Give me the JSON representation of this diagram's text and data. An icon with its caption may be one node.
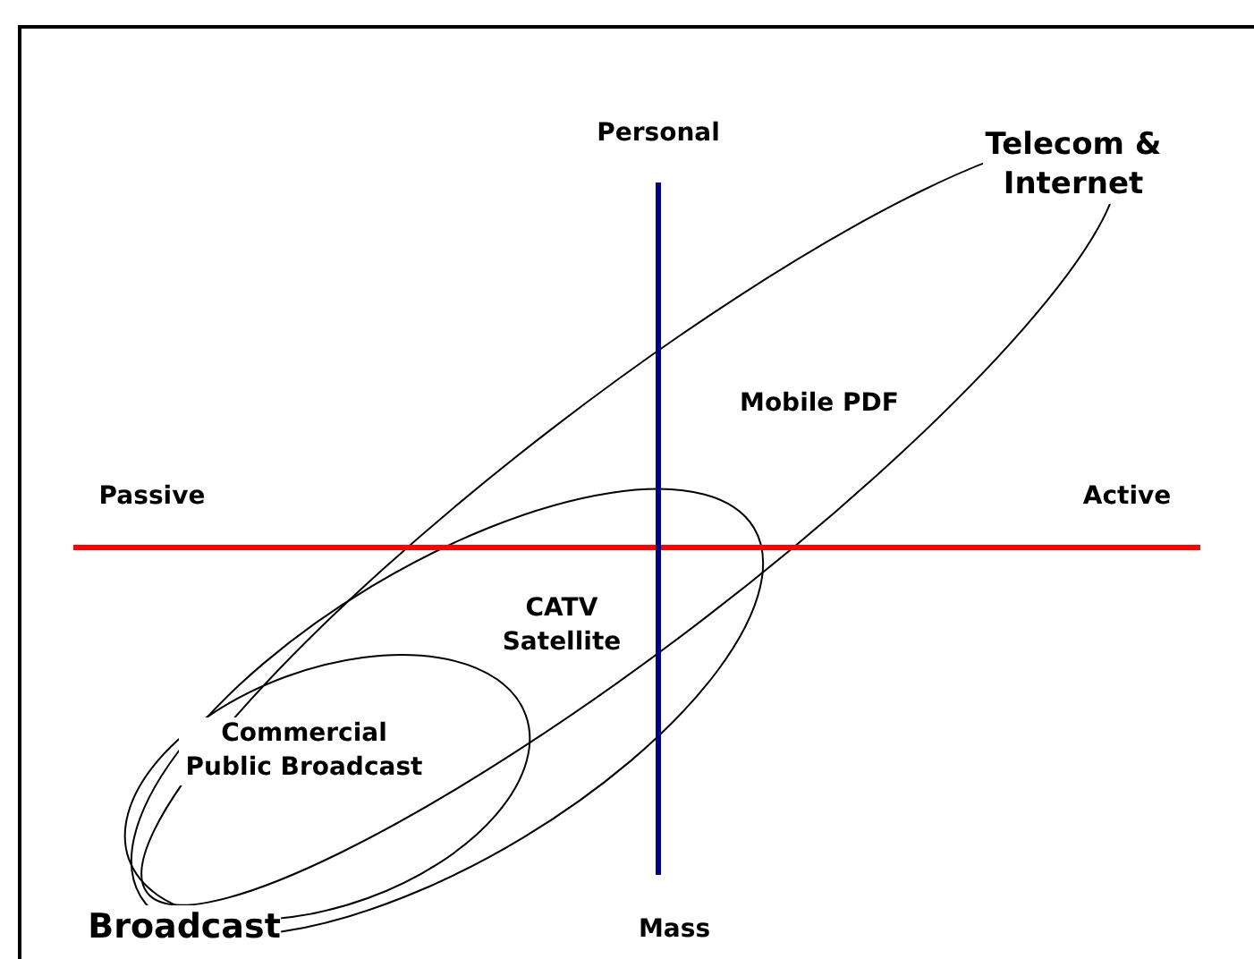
{
  "diagram": {
    "labels": [
      "Personal",
      "Telecom & Internet",
      "Mobile PDF",
      "Passive",
      "Active",
      "CATV Satellite",
      "Commercial Public Broadcast",
      "Broadcast",
      "Mass"
    ]
  }
}
